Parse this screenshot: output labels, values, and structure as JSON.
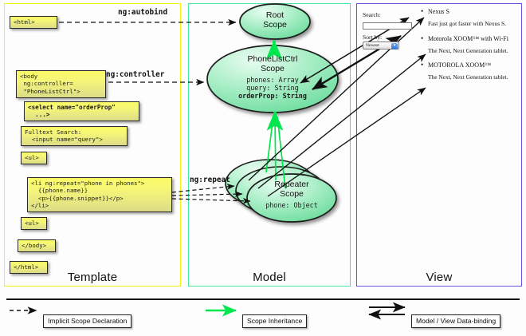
{
  "columns": [
    {
      "key": "template",
      "label": "Template",
      "border_color": "#f2f20d"
    },
    {
      "key": "model",
      "label": "Model",
      "border_color": "#46e8a0"
    },
    {
      "key": "view",
      "label": "View",
      "border_color": "#6b4fe0"
    }
  ],
  "template": {
    "code_blocks": [
      {
        "id": "html-open",
        "text": "<html>"
      },
      {
        "id": "body-open",
        "text": "<body\n ng:controller=\n \"PhoneListCtrl\">"
      },
      {
        "id": "select",
        "text": "<select name=\"orderProp\"\n  ...>",
        "bold": true
      },
      {
        "id": "fulltext",
        "text": "Fulltext Search:\n  <input name=\"query\">"
      },
      {
        "id": "ul-open",
        "text": "<ul>"
      },
      {
        "id": "li-repeat",
        "text": "<li ng:repeat=\"phone in phones\">\n  {{phone.name}}\n  <p>{{phone.snippet}}</p>\n</li>"
      },
      {
        "id": "ul-close",
        "text": "<ul>"
      },
      {
        "id": "body-close",
        "text": "</body>"
      },
      {
        "id": "html-close",
        "text": "</html>"
      }
    ]
  },
  "edge_labels": [
    {
      "id": "ng-autobind",
      "text": "ng:autobind"
    },
    {
      "id": "ng-controller",
      "text": "ng:controller"
    },
    {
      "id": "ng-repeat",
      "text": "ng:repeat"
    }
  ],
  "model": {
    "scopes": [
      {
        "id": "root-scope",
        "title_line1": "Root",
        "title_line2": "Scope",
        "props": ""
      },
      {
        "id": "phonelistctrl-scope",
        "title_line1": "PhoneListCtrl",
        "title_line2": "Scope",
        "props_plain": "phones: Array\nquery: String\n",
        "props_bold": "orderProp: String"
      },
      {
        "id": "repeater-scope",
        "title_line1": "Repeater",
        "title_line2": "Scope",
        "props_plain": "phone: Object"
      }
    ]
  },
  "view": {
    "search_label": "Search:",
    "search_value": "",
    "search_placeholder": "",
    "sort_label": "Sort by:",
    "sort_selected": "Newest",
    "sort_options": [
      "Newest"
    ],
    "phones": [
      {
        "name": "Nexus S",
        "snippet": "Fast just got faster with Nexus S."
      },
      {
        "name": "Motorola XOOM™ with Wi-Fi",
        "snippet": "The Next, Next Generation tablet."
      },
      {
        "name": "MOTOROLA XOOM™",
        "snippet": "The Next, Next Generation tablet."
      }
    ]
  },
  "legend": {
    "items": [
      {
        "id": "implicit-scope-declaration",
        "label": "Implicit Scope Declaration",
        "style": "dashed-arrow",
        "color": "#111111"
      },
      {
        "id": "scope-inheritance",
        "label": "Scope Inheritance",
        "style": "solid-arrow",
        "color": "#00e000"
      },
      {
        "id": "model-view-data-binding",
        "label": "Model / View Data-binding",
        "style": "double-arrow",
        "color": "#111111"
      }
    ]
  },
  "colors": {
    "scope_fill_light": "#d9f7e3",
    "scope_fill_mid": "#79e2a2",
    "scope_stroke": "#1b1b1b",
    "inheritance_green": "#00e64d",
    "codebox_yellow": "#f6f678"
  }
}
